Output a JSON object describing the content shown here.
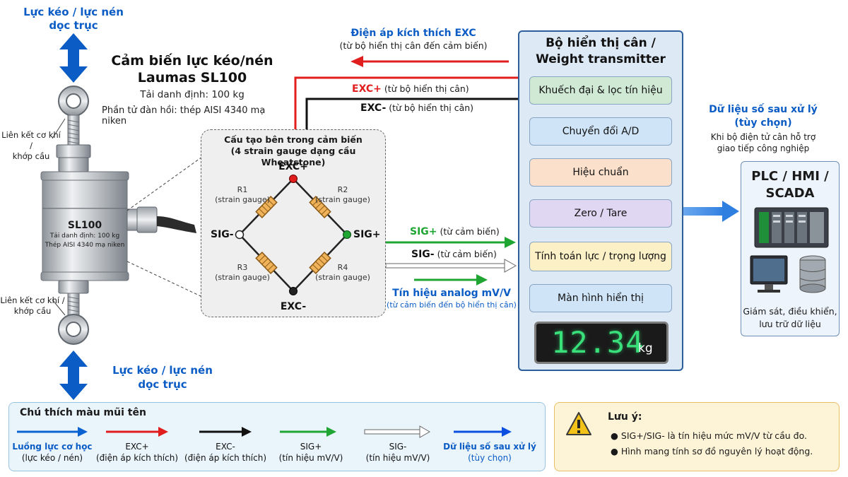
{
  "force_top": {
    "line1": "Lực kéo / lực nén",
    "line2": "dọc trục"
  },
  "force_bottom": {
    "line1": "Lực kéo / lực nén",
    "line2": "dọc trục"
  },
  "sensor": {
    "title_line1": "Cảm biến lực kéo/nén",
    "title_line2": "Laumas SL100",
    "rated_load": "Tải danh định: 100 kg",
    "material": "Phần tử đàn hồi: thép AISI 4340 mạ niken",
    "body_model": "SL100",
    "body_load": "Tải danh định: 100 kg",
    "body_material": "Thép AISI 4340 mạ niken"
  },
  "joint_top": {
    "line1": "Liên kết cơ khí /",
    "line2": "khớp cầu"
  },
  "joint_bottom": {
    "line1": "Liên kết cơ khí /",
    "line2": "khớp cầu"
  },
  "excitation": {
    "title": "Điện áp kích thích EXC",
    "subtitle": "(từ bộ hiển thị cân đến cảm biến)"
  },
  "wires": {
    "exc_plus": {
      "label": "EXC+",
      "note": "(từ bộ hiển thị cân)"
    },
    "exc_minus": {
      "label": "EXC-",
      "note": "(từ bộ hiển thị cân)"
    },
    "sig_plus": {
      "label": "SIG+",
      "note": "(từ cảm biến)"
    },
    "sig_minus": {
      "label": "SIG-",
      "note": "(từ cảm biến)"
    }
  },
  "analog": {
    "title": "Tín hiệu analog mV/V",
    "subtitle": "(từ cảm biến đến bộ hiển thị cân)"
  },
  "bridge": {
    "title_line1": "Cấu tạo bên trong cảm biến",
    "title_line2": "(4 strain gauge dạng cầu Wheatstone)",
    "node_top": "EXC+",
    "node_bottom": "EXC-",
    "node_left": "SIG-",
    "node_right": "SIG+",
    "r1": "R1",
    "r2": "R2",
    "r3": "R3",
    "r4": "R4",
    "gauge": "(strain gauge)"
  },
  "transmitter": {
    "title_line1": "Bộ hiển thị cân /",
    "title_line2": "Weight transmitter",
    "stages": [
      {
        "label": "Khuếch đại & lọc tín hiệu",
        "color": "#cfe9d4"
      },
      {
        "label": "Chuyển đổi A/D",
        "color": "#cfe4f7"
      },
      {
        "label": "Hiệu chuẩn",
        "color": "#fbe0cc"
      },
      {
        "label": "Zero / Tare",
        "color": "#e0d7f3"
      },
      {
        "label": "Tính toán lực / trọng lượng",
        "color": "#fbf0c6"
      },
      {
        "label": "Màn hình hiển thị",
        "color": "#cfe4f7"
      }
    ],
    "display_value": "12.34",
    "display_unit": "kg"
  },
  "digital": {
    "title_line1": "Dữ liệu số sau xử lý",
    "title_line2": "(tùy chọn)",
    "note_line1": "Khi bộ điện tử cân hỗ trợ",
    "note_line2": "giao tiếp công nghiệp"
  },
  "plc": {
    "title_line1": "PLC / HMI /",
    "title_line2": "SCADA",
    "desc_line1": "Giám sát, điều khiển,",
    "desc_line2": "lưu trữ dữ liệu"
  },
  "legend": {
    "title": "Chú thích màu mũi tên",
    "items": [
      {
        "line1": "Luồng lực cơ học",
        "line2": "(lực kéo / nén)",
        "color": "#0b63d1"
      },
      {
        "line1": "EXC+",
        "line2": "(điện áp kích thích)",
        "color": "#e01e1e"
      },
      {
        "line1": "EXC-",
        "line2": "(điện áp kích thích)",
        "color": "#111111"
      },
      {
        "line1": "SIG+",
        "line2": "(tín hiệu mV/V)",
        "color": "#1fa531"
      },
      {
        "line1": "SIG-",
        "line2": "(tín hiệu mV/V)",
        "color": "#ffffff"
      },
      {
        "line1": "Dữ liệu số sau xử lý",
        "line2": "(tùy chọn)",
        "color": "#0b4fe0"
      }
    ]
  },
  "note": {
    "title": "Lưu ý:",
    "items": [
      "SIG+/SIG- là tín hiệu mức mV/V từ cầu đo.",
      "Hình mang tính sơ đồ nguyên lý hoạt động."
    ]
  }
}
